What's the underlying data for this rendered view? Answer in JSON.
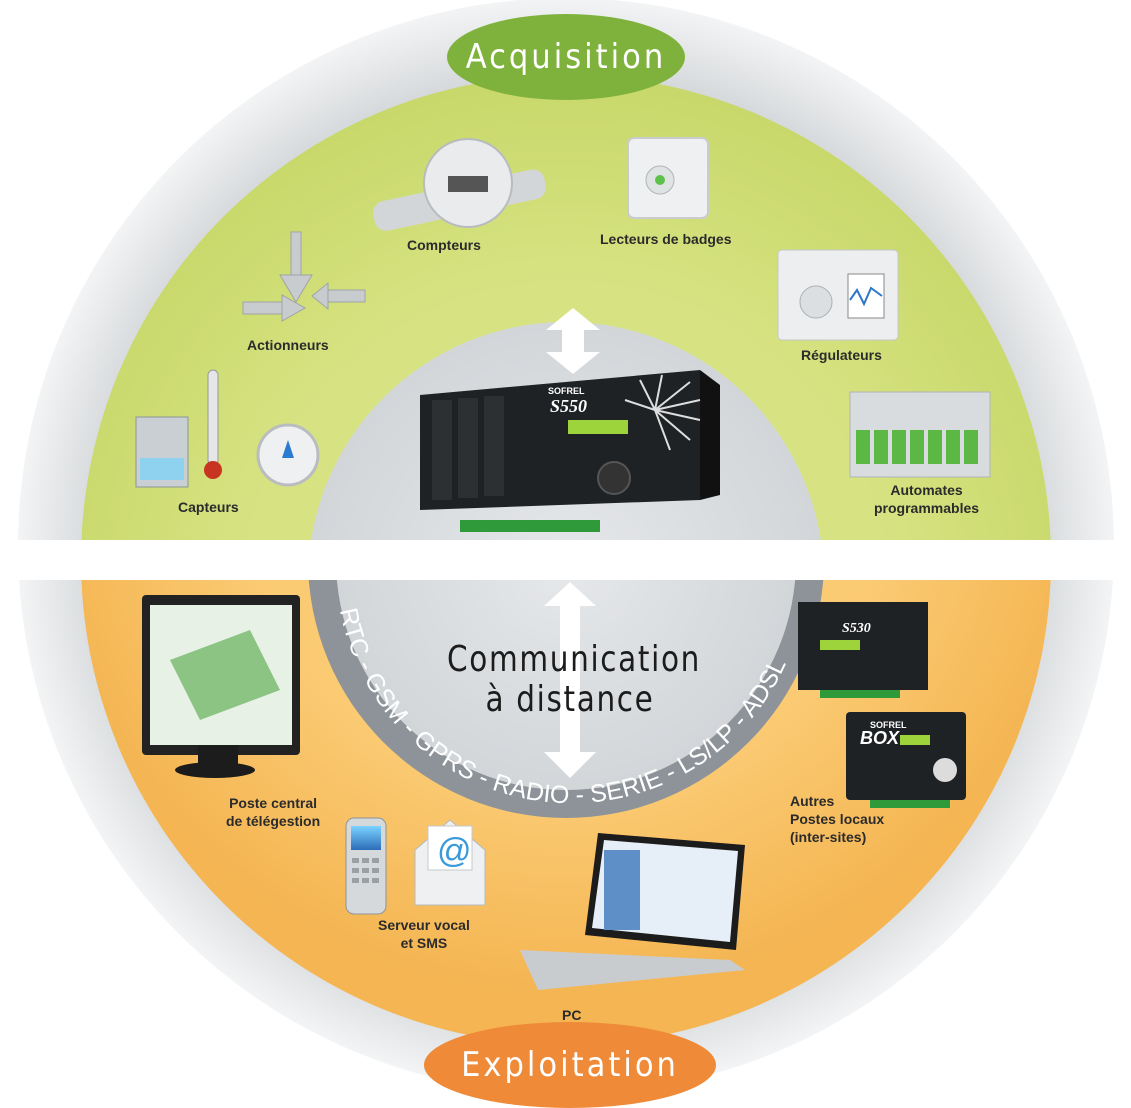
{
  "title_top": "Acquisition",
  "title_bottom": "Exploitation",
  "center": {
    "line1": "Communication",
    "line2": "à distance"
  },
  "protocols": "RTC - GSM - GPRS - RADIO - SERIE - LS/LP - ADSL",
  "device": {
    "brand": "SOFREL",
    "model": "S550"
  },
  "device_small": {
    "brand": "SOFREL",
    "model": "S530"
  },
  "box": {
    "brand": "SOFREL",
    "model": "BOX"
  },
  "acquisition_items": [
    {
      "line1": "Compteurs",
      "line2": ""
    },
    {
      "line1": "Lecteurs de badges",
      "line2": ""
    },
    {
      "line1": "Actionneurs",
      "line2": ""
    },
    {
      "line1": "Régulateurs",
      "line2": ""
    },
    {
      "line1": "Capteurs",
      "line2": ""
    },
    {
      "line1": "Automates",
      "line2": "programmables"
    }
  ],
  "exploitation_items": [
    {
      "line1": "Poste central",
      "line2": "de télégestion"
    },
    {
      "line1": "Serveur vocal",
      "line2": "et SMS"
    },
    {
      "line1": "PC",
      "line2": ""
    },
    {
      "line1": "Autres",
      "line2": "Postes locaux",
      "line3": "(inter-sites)"
    }
  ],
  "colors": {
    "green_ring": "#d6e27e",
    "orange_ring": "#f9c66a",
    "grey_outer": "#dcdfe1",
    "center_grey": "#dfe2e4",
    "acq_pill": "#7fb23c",
    "exp_pill": "#ee8a38",
    "arrow": "#ffffff"
  }
}
